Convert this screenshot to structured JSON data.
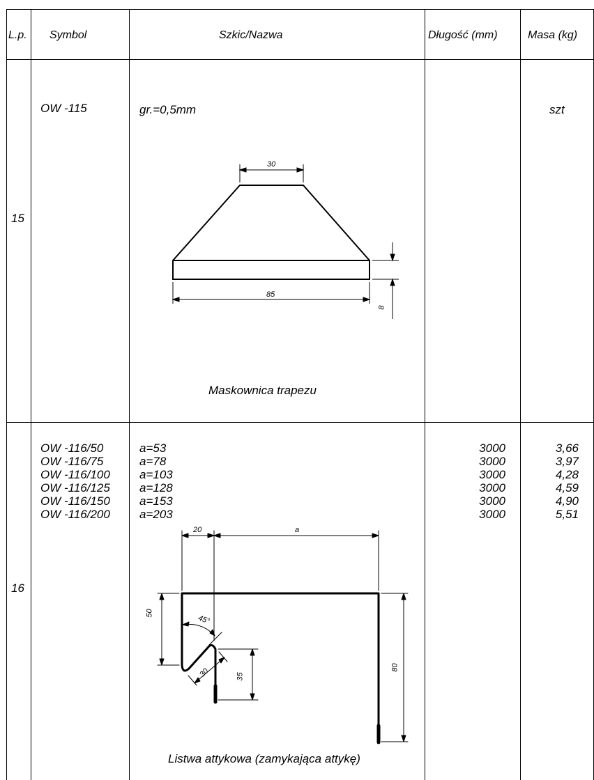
{
  "header": {
    "lp": "L.p.",
    "symbol": "Symbol",
    "sketch": "Szkic/Nazwa",
    "length": "Długość (mm)",
    "mass": "Masa (kg)"
  },
  "row15": {
    "lp": "15",
    "symbol": "OW -115",
    "thickness": "gr.=0,5mm",
    "mass_unit": "szt",
    "dim_top": "30",
    "dim_bottom": "85",
    "dim_side": "8",
    "name": "Maskownica trapezu"
  },
  "row16": {
    "lp": "16",
    "items": [
      {
        "symbol": "OW -116/50",
        "a": "a=53",
        "length": "3000",
        "mass": "3,66"
      },
      {
        "symbol": "OW -116/75",
        "a": "a=78",
        "length": "3000",
        "mass": "3,97"
      },
      {
        "symbol": "OW -116/100",
        "a": "a=103",
        "length": "3000",
        "mass": "4,28"
      },
      {
        "symbol": "OW -116/125",
        "a": "a=128",
        "length": "3000",
        "mass": "4,59"
      },
      {
        "symbol": "OW -116/150",
        "a": "a=153",
        "length": "3000",
        "mass": "4,90"
      },
      {
        "symbol": "OW -116/200",
        "a": "a=203",
        "length": "3000",
        "mass": "5,51"
      }
    ],
    "dim_20": "20",
    "dim_a": "a",
    "dim_50": "50",
    "dim_angle": "45°",
    "dim_30": "30",
    "dim_35": "35",
    "dim_80": "80",
    "name": "Listwa attykowa (zamykająca attykę)"
  }
}
